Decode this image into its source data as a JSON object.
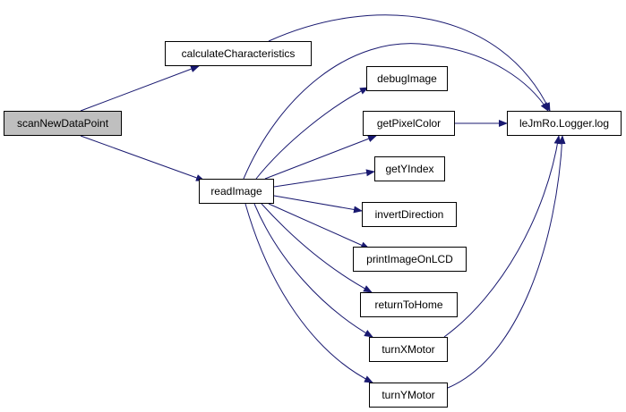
{
  "nodes": {
    "scan_new_data_point": "scanNewDataPoint",
    "calculate_characteristics": "calculateCharacteristics",
    "read_image": "readImage",
    "debug_image": "debugImage",
    "get_pixel_color": "getPixelColor",
    "get_y_index": "getYIndex",
    "invert_direction": "invertDirection",
    "print_image_on_lcd": "printImageOnLCD",
    "return_to_home": "returnToHome",
    "turn_x_motor": "turnXMotor",
    "turn_y_motor": "turnYMotor",
    "logger_log": "leJmRo.Logger.log"
  },
  "colors": {
    "edge": "#191970",
    "root_fill": "#bfbfbf",
    "node_fill": "#ffffff",
    "node_border": "#000000"
  },
  "edges": [
    {
      "from": "scan_new_data_point",
      "to": "calculate_characteristics"
    },
    {
      "from": "scan_new_data_point",
      "to": "read_image"
    },
    {
      "from": "calculate_characteristics",
      "to": "logger_log"
    },
    {
      "from": "read_image",
      "to": "logger_log"
    },
    {
      "from": "read_image",
      "to": "debug_image"
    },
    {
      "from": "read_image",
      "to": "get_pixel_color"
    },
    {
      "from": "read_image",
      "to": "get_y_index"
    },
    {
      "from": "read_image",
      "to": "invert_direction"
    },
    {
      "from": "read_image",
      "to": "print_image_on_lcd"
    },
    {
      "from": "read_image",
      "to": "return_to_home"
    },
    {
      "from": "read_image",
      "to": "turn_x_motor"
    },
    {
      "from": "read_image",
      "to": "turn_y_motor"
    },
    {
      "from": "get_pixel_color",
      "to": "logger_log"
    },
    {
      "from": "turn_x_motor",
      "to": "logger_log"
    },
    {
      "from": "turn_y_motor",
      "to": "logger_log"
    }
  ]
}
